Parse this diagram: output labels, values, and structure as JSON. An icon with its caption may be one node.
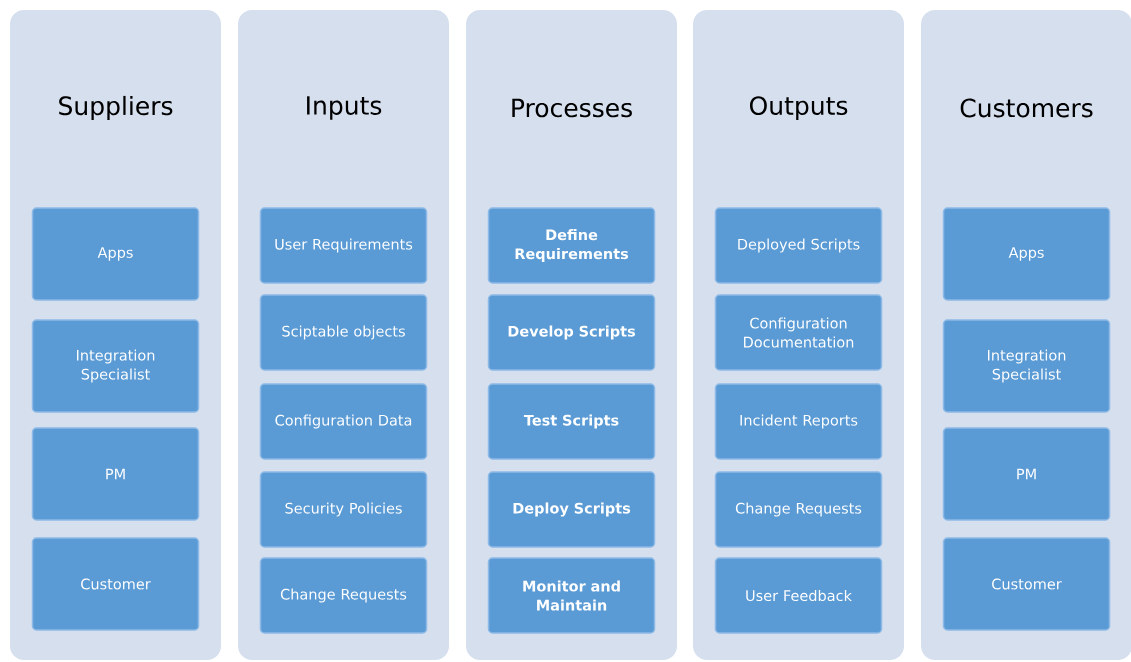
{
  "diagram": {
    "nodes": [
      {
        "text": [
          "Suppliers"
        ]
      },
      {
        "text": [
          "Apps"
        ],
        "in": 0
      },
      {
        "text": [
          "Integration Specialist"
        ],
        "in": 0
      },
      {
        "text": [
          "PM"
        ],
        "in": 0
      },
      {
        "text": [
          "Customer"
        ],
        "in": 0
      },
      {
        "text": [
          "Inputs"
        ]
      },
      {
        "text": [
          "User Requirements"
        ],
        "in": 5
      },
      {
        "text": [
          "Sciptable objects"
        ],
        "in": 5
      },
      {
        "text": [
          "Configuration Data"
        ],
        "in": 5
      },
      {
        "text": [
          "Security Policies"
        ],
        "in": 5
      },
      {
        "text": [
          "Change Requests"
        ],
        "in": 5
      },
      {
        "text": [
          "Processes"
        ]
      },
      {
        "text": [
          "Define Requirements"
        ],
        "in": 11
      },
      {
        "text": [
          "Develop Scripts"
        ],
        "in": 11
      },
      {
        "text": [
          "Test Scripts"
        ],
        "in": 11
      },
      {
        "text": [
          "Deploy Scripts"
        ],
        "in": 11
      },
      {
        "text": [
          "Monitor and Maintain"
        ],
        "in": 11
      },
      {
        "text": [
          "Outputs"
        ]
      },
      {
        "text": [
          "Deployed Scripts"
        ],
        "in": 17
      },
      {
        "text": [
          "Configuration Documentation"
        ],
        "in": 17
      },
      {
        "text": [
          "Incident Reports"
        ],
        "in": 17
      },
      {
        "text": [
          "Change Requests"
        ],
        "in": 17
      },
      {
        "text": [
          "User Feedback"
        ],
        "in": 17
      },
      {
        "text": [
          "Customers"
        ]
      },
      {
        "text": [
          "Apps"
        ],
        "in": 23
      },
      {
        "text": [
          "Integration Specialist"
        ],
        "in": 23
      },
      {
        "text": [
          "PM"
        ],
        "in": 23
      },
      {
        "text": [
          "Customer"
        ],
        "in": 23
      }
    ]
  }
}
